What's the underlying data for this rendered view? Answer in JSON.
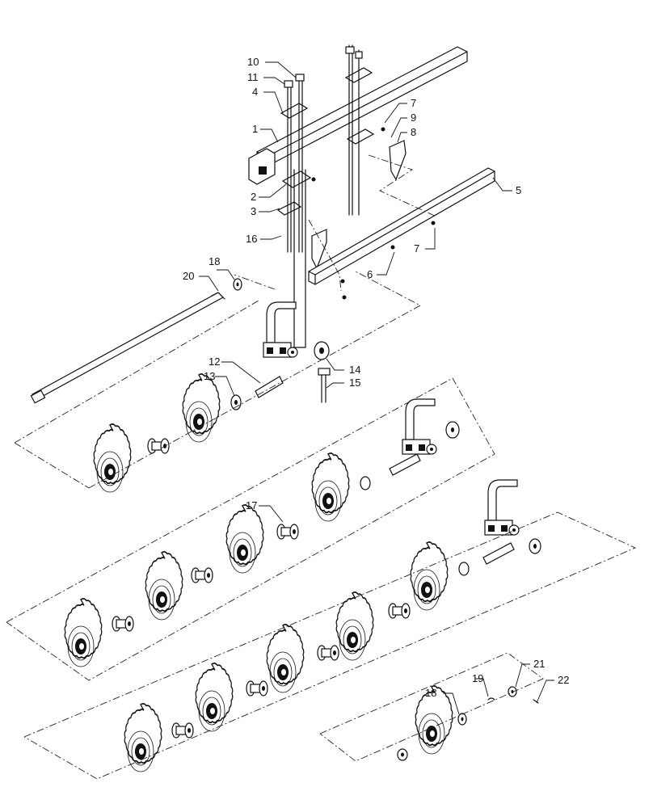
{
  "callouts": [
    {
      "id": "c1",
      "label": "1"
    },
    {
      "id": "c2",
      "label": "2"
    },
    {
      "id": "c3",
      "label": "3"
    },
    {
      "id": "c4",
      "label": "4"
    },
    {
      "id": "c5",
      "label": "5"
    },
    {
      "id": "c6",
      "label": "6"
    },
    {
      "id": "c7a",
      "label": "7"
    },
    {
      "id": "c7b",
      "label": "7"
    },
    {
      "id": "c8",
      "label": "8"
    },
    {
      "id": "c9",
      "label": "9"
    },
    {
      "id": "c10",
      "label": "10"
    },
    {
      "id": "c11",
      "label": "11"
    },
    {
      "id": "c12",
      "label": "12"
    },
    {
      "id": "c13",
      "label": "13"
    },
    {
      "id": "c14",
      "label": "14"
    },
    {
      "id": "c15",
      "label": "15"
    },
    {
      "id": "c16",
      "label": "16"
    },
    {
      "id": "c17",
      "label": "17"
    },
    {
      "id": "c18a",
      "label": "18"
    },
    {
      "id": "c18b",
      "label": "18"
    },
    {
      "id": "c19",
      "label": "19"
    },
    {
      "id": "c20",
      "label": "20"
    },
    {
      "id": "c21",
      "label": "21"
    },
    {
      "id": "c22",
      "label": "22"
    }
  ]
}
